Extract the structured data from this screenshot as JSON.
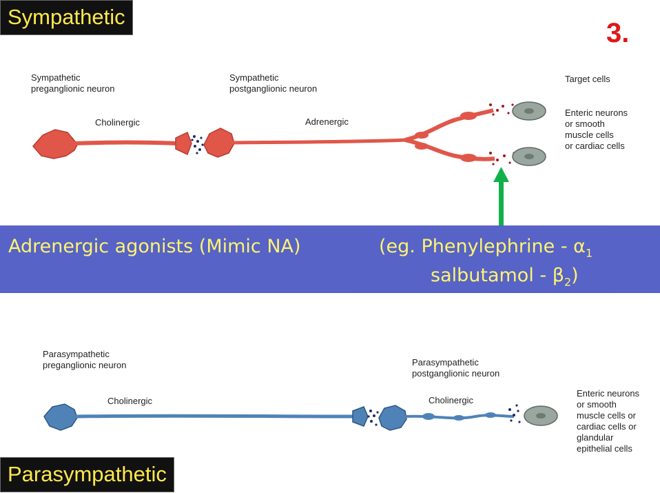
{
  "slide_number": "3.",
  "sympathetic": {
    "section_label": "Sympathetic",
    "preganglionic_label": "Sympathetic\npreganglionic neuron",
    "postganglionic_label": "Sympathetic\npostganglionic neuron",
    "preganglionic_type": "Cholinergic",
    "postganglionic_type": "Adrenergic",
    "target_header": "Target cells",
    "targets": "Enteric neurons\nor smooth\nmuscle cells\nor cardiac cells"
  },
  "banner": {
    "left_text": "Adrenergic agonists (Mimic NA)",
    "example_prefix": "(eg. Phenylephrine - ",
    "alpha_symbol": "α",
    "alpha_sub": "1",
    "second_prefix": "salbutamol - ",
    "beta_symbol": "β",
    "beta_sub": "2",
    "close": ")"
  },
  "parasympathetic": {
    "section_label": "Parasympathetic",
    "preganglionic_label": "Parasympathetic\npreganglionic neuron",
    "postganglionic_label": "Parasympathetic\npostganglionic neuron",
    "preganglionic_type": "Cholinergic",
    "postganglionic_type": "Cholinergic",
    "targets": "Enteric neurons\nor smooth\nmuscle cells or\ncardiac cells or\nglandular\nepithelial cells"
  },
  "colors": {
    "sympathetic_neuron": "#e0574a",
    "parasympathetic_neuron": "#4f83b8",
    "target_cell": "#9aa6a0",
    "arrow": "#12b04a",
    "banner": "#4f5bc4",
    "label_text": "#ffe84a",
    "slide_number": "#e01818"
  }
}
